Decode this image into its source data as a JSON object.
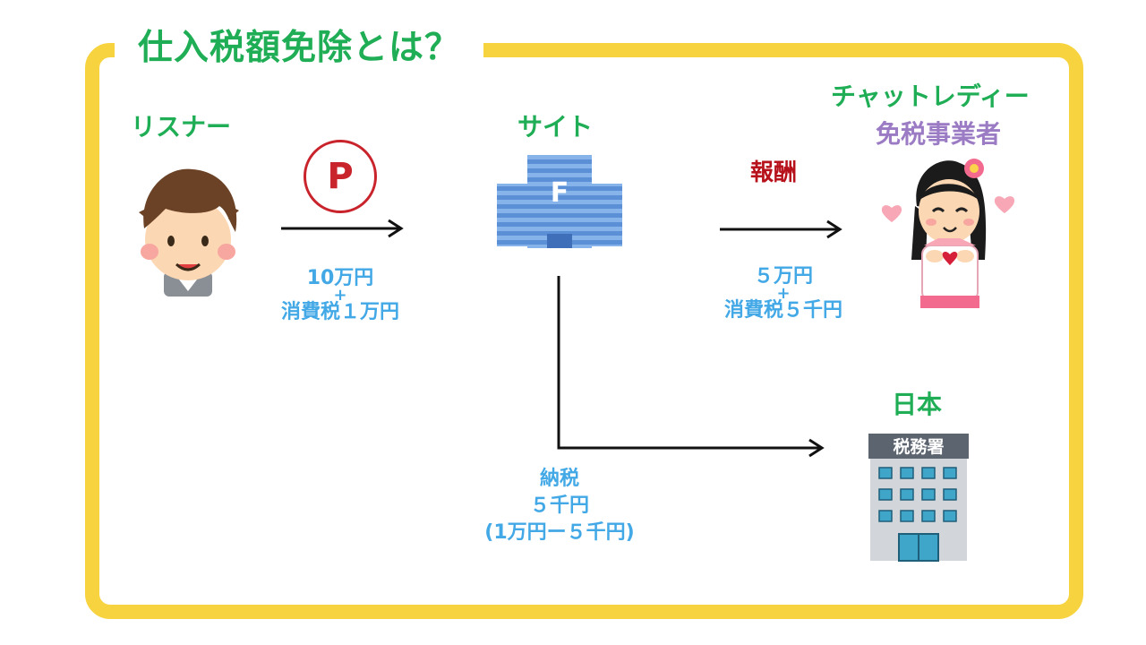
{
  "title": "仕入税額免除とは？",
  "listener": {
    "label": "リスナー",
    "payment_line1": "10万円",
    "payment_plus": "+",
    "payment_line2": "消費税１万円"
  },
  "point_coin": {
    "letter": "P"
  },
  "site": {
    "label": "サイト",
    "logo_letter": "F"
  },
  "chat_lady": {
    "label_line1": "チャットレディー",
    "label_line2": "免税事業者"
  },
  "reward": {
    "label": "報酬",
    "amount_line1": "５万円",
    "amount_plus": "+",
    "amount_line2": "消費税５千円"
  },
  "japan": {
    "label": "日本",
    "tax_office_sign": "税務署"
  },
  "tax_payment": {
    "line1": "納税",
    "line2": "５千円",
    "line3": "(1万円ー５千円)"
  },
  "colors": {
    "green": "#1fae55",
    "purple": "#9b7cc4",
    "red": "#b7121b",
    "blue": "#43a8e6",
    "frame": "#f7d33f"
  }
}
